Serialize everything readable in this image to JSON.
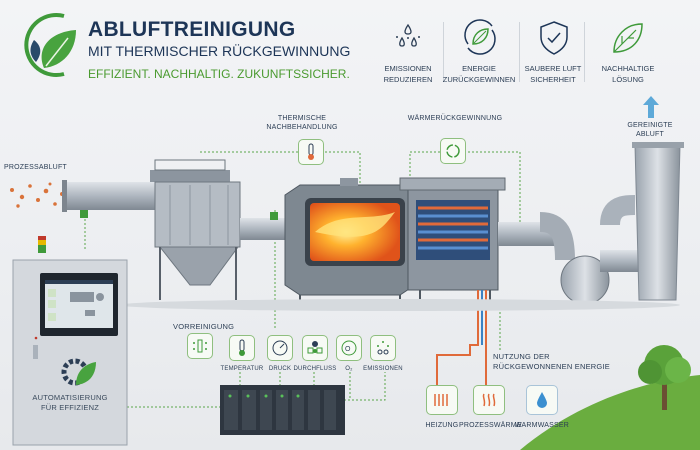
{
  "header": {
    "title": "ABLUFTREINIGUNG",
    "subtitle": "MIT THERMISCHER RÜCKGEWINNUNG",
    "tagline": "EFFIZIENT. NACHHALTIG. ZUKUNFTSSICHER."
  },
  "benefits": [
    {
      "icon": "droplets-icon",
      "line1": "EMISSIONEN",
      "line2": "REDUZIEREN"
    },
    {
      "icon": "recycle-leaf-icon",
      "line1": "ENERGIE",
      "line2": "ZURÜCKGEWINNEN"
    },
    {
      "icon": "shield-check-icon",
      "line1": "SAUBERE LUFT",
      "line2": "SICHERHEIT"
    },
    {
      "icon": "leaf-icon",
      "line1": "NACHHALTIGE",
      "line2": "LÖSUNG"
    }
  ],
  "process": {
    "input": "PROZESSABLUFT",
    "thermal_line1": "THERMISCHE",
    "thermal_line2": "NACHBEHANDLUNG",
    "heat_recovery": "WÄRMERÜCKGEWINNUNG",
    "output_line1": "GEREINIGTE",
    "output_line2": "ABLUFT",
    "pre_cleaning": "VORREINIGUNG"
  },
  "sensors": [
    {
      "icon": "thermometer-icon",
      "label": "TEMPERATUR"
    },
    {
      "icon": "gauge-icon",
      "label": "DRUCK"
    },
    {
      "icon": "flow-icon",
      "label": "DURCHFLUSS"
    },
    {
      "icon": "oxygen-icon",
      "label": "O₂"
    },
    {
      "icon": "emissions-icon",
      "label": "EMISSIONEN"
    }
  ],
  "control": {
    "line1": "AUTOMATISIERUNG",
    "line2": "FÜR EFFIZIENZ"
  },
  "energy_use": {
    "line1": "NUTZUNG DER",
    "line2": "RÜCKGEWONNENEN ENERGIE",
    "items": [
      {
        "icon": "radiator-icon",
        "label": "HEIZUNG"
      },
      {
        "icon": "heat-waves-icon",
        "label": "PROZESSWÄRME"
      },
      {
        "icon": "water-drop-icon",
        "label": "WARMWASSER"
      }
    ]
  },
  "colors": {
    "navy": "#1d3557",
    "green": "#4a9a2f",
    "hot": "#e0653a",
    "cold": "#3b82c4"
  }
}
